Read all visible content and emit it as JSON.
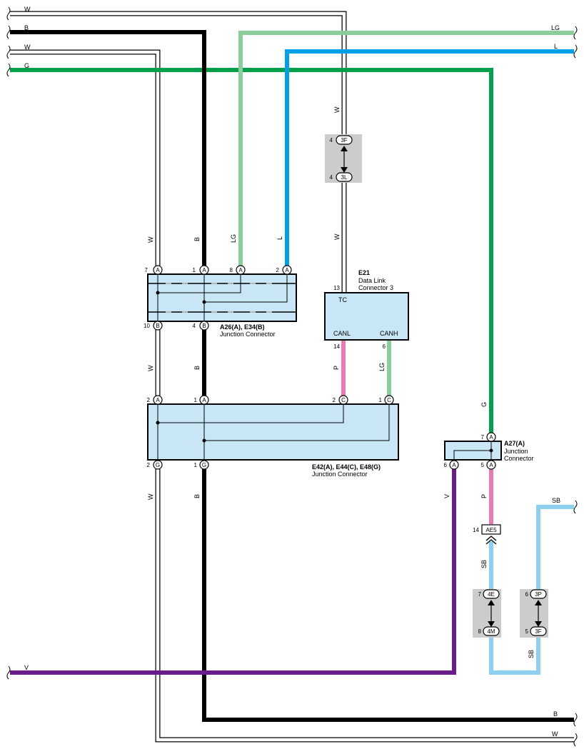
{
  "colors": {
    "W": "#ffffff",
    "B": "#000000",
    "LG": "#8cce9b",
    "L": "#00a0e6",
    "G": "#00a04a",
    "P": "#e87ab4",
    "V": "#6a1b8c",
    "SB": "#8ccfee",
    "connector_fill": "#c9e6f7",
    "inline_fill": "#cccccc"
  },
  "wires": {
    "top_w1": "W",
    "top_b": "B",
    "top_w2": "W",
    "top_g": "G",
    "right_lg": "LG",
    "right_l": "L",
    "v_left": "V",
    "bot_b": "B",
    "bot_w": "W",
    "right_sb": "SB"
  },
  "vertical_labels": {
    "w_3f": "W",
    "a26_w": "W",
    "a26_b": "B",
    "a26_lg": "LG",
    "a26_l": "L",
    "e21_w": "W",
    "mid_w": "W",
    "mid_b": "B",
    "e21_p": "P",
    "e21_lg": "LG",
    "g_a27": "G",
    "low_w": "W",
    "low_b": "B",
    "low_v": "V",
    "a27_p": "P",
    "sb_left": "SB",
    "sb_bottom": "SB"
  },
  "a26": {
    "name": "A26(A), E34(B)",
    "desc": "Junction Connector",
    "pins_top": [
      {
        "num": "7",
        "code": "A"
      },
      {
        "num": "1",
        "code": "A"
      },
      {
        "num": "8",
        "code": "A"
      },
      {
        "num": "2",
        "code": "A"
      }
    ],
    "pins_bottom": [
      {
        "num": "10",
        "code": "B"
      },
      {
        "num": "4",
        "code": "B"
      }
    ]
  },
  "e21": {
    "name": "E21",
    "desc1": "Data Link",
    "desc2": "Connector 3",
    "pin_tc": "13",
    "tc": "TC",
    "canl": "CANL",
    "canh": "CANH",
    "pin_canl": "14",
    "pin_canh": "6"
  },
  "e42": {
    "name": "E42(A), E44(C), E48(G)",
    "desc": "Junction Connector",
    "pins_top": [
      {
        "num": "2",
        "code": "A"
      },
      {
        "num": "1",
        "code": "A"
      },
      {
        "num": "2",
        "code": "C"
      },
      {
        "num": "1",
        "code": "C"
      }
    ],
    "pins_bottom": [
      {
        "num": "2",
        "code": "G"
      },
      {
        "num": "1",
        "code": "G"
      }
    ]
  },
  "a27": {
    "name": "A27(A)",
    "desc1": "Junction",
    "desc2": "Connector",
    "pin_top": {
      "num": "7",
      "code": "A"
    },
    "pins_bottom": [
      {
        "num": "6",
        "code": "A"
      },
      {
        "num": "5",
        "code": "A"
      }
    ]
  },
  "inline_3f_3l": {
    "top": {
      "num": "4",
      "code": "3F"
    },
    "bottom": {
      "num": "4",
      "code": "3L"
    }
  },
  "inline_ae5": {
    "num": "14",
    "code": "AE5"
  },
  "inline_4e_4m": {
    "top": {
      "num": "7",
      "code": "4E"
    },
    "bottom": {
      "num": "8",
      "code": "4M"
    }
  },
  "inline_3p_3f": {
    "top": {
      "num": "6",
      "code": "3P"
    },
    "bottom": {
      "num": "5",
      "code": "3F"
    }
  }
}
